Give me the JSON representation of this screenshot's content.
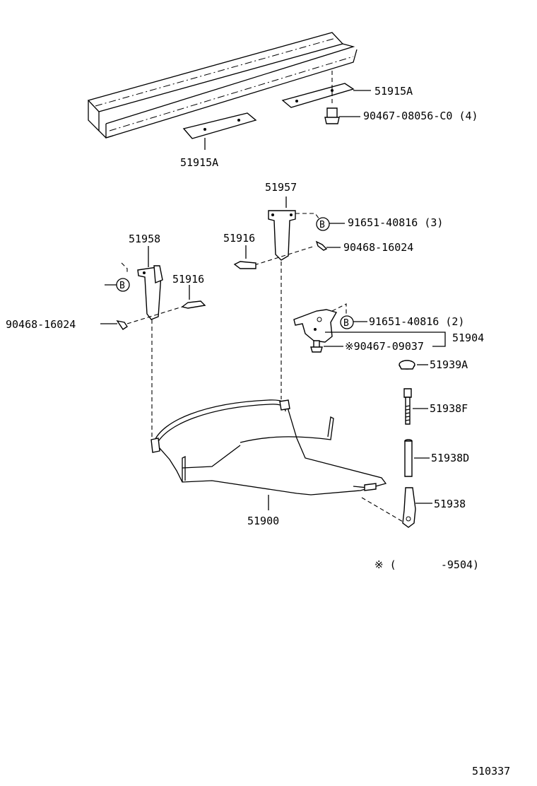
{
  "labels": {
    "frame_bracket_right": "51915A",
    "frame_bolt": "90467-08056-C0 (4)",
    "frame_bracket_left": "51915A",
    "bracket_upper": "51957",
    "clamp_b_upper": "91651-40816 (3)",
    "pin_upper": "90468-16024",
    "bolt_upper": "51916",
    "bracket_left": "51958",
    "bolt_left": "51916",
    "pin_left": "90468-16024",
    "clamp_b_right": "91651-40816 (2)",
    "assembly": "51904",
    "clip_note": "※90467-09037",
    "plug": "51939A",
    "rod_f": "51938F",
    "rod_d": "51938D",
    "hook": "51938",
    "carrier": "51900",
    "footnote": "※ (       -9504)",
    "diagram_id": "510337"
  },
  "callout_letter": "B"
}
